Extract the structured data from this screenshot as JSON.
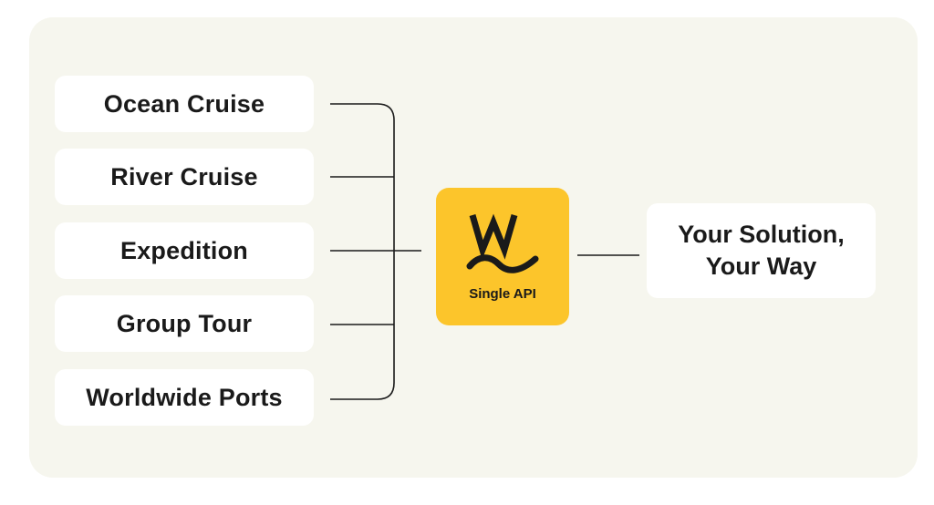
{
  "sources": [
    {
      "label": "Ocean Cruise"
    },
    {
      "label": "River Cruise"
    },
    {
      "label": "Expedition"
    },
    {
      "label": "Group Tour"
    },
    {
      "label": "Worldwide Ports"
    }
  ],
  "hub": {
    "label": "Single API",
    "icon": "w-wave-logo-icon",
    "color": "#fcc52b"
  },
  "result": {
    "line1": "Your Solution,",
    "line2": "Your Way"
  },
  "colors": {
    "background": "#f6f6ee",
    "box": "#ffffff",
    "text": "#1a1a1a",
    "connector": "#1a1a1a"
  }
}
